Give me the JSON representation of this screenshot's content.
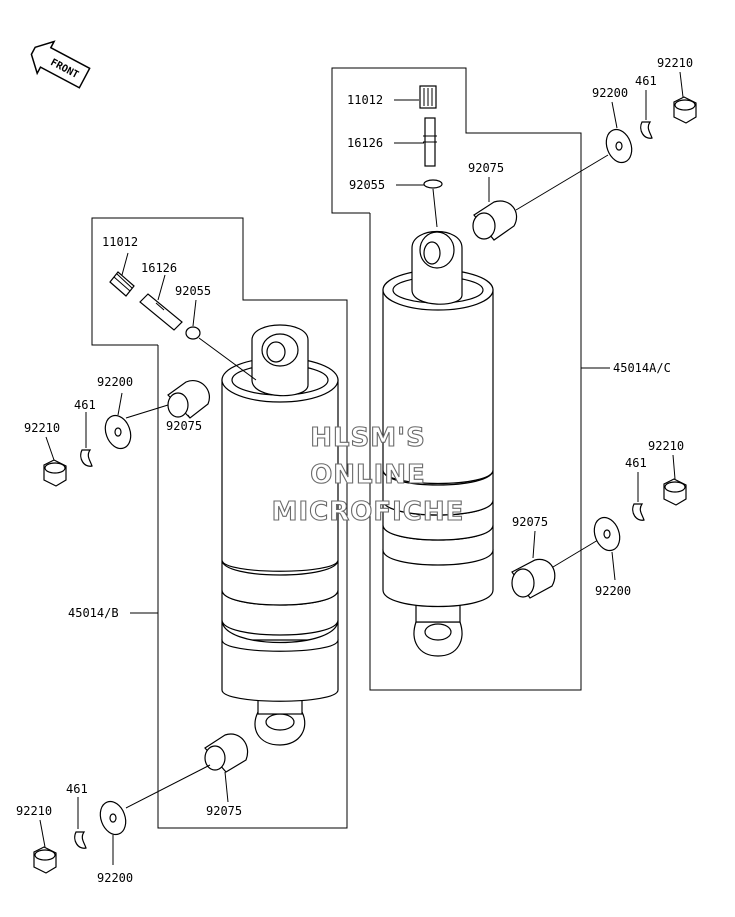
{
  "front_arrow": {
    "label": "FRONT"
  },
  "watermark": {
    "lines": [
      "HLSM'S",
      "ONLINE",
      "MICROFICHE"
    ]
  },
  "left_assembly": {
    "assembly_label": "45014/B",
    "labels": {
      "valve_cap": "11012",
      "valve": "16126",
      "o_ring": "92055",
      "collar_upper": "92075",
      "collar_lower": "92075",
      "washer_upper": "92200",
      "washer_lower": "92200",
      "cotter_pin_upper": "461",
      "cotter_pin_lower": "461",
      "nut_upper": "92210",
      "nut_lower": "92210"
    }
  },
  "right_assembly": {
    "assembly_label": "45014A/C",
    "labels": {
      "valve_cap": "11012",
      "valve": "16126",
      "o_ring": "92055",
      "collar_upper": "92075",
      "collar_lower": "92075",
      "washer_upper": "92200",
      "washer_lower": "92200",
      "cotter_pin_upper": "461",
      "cotter_pin_lower": "461",
      "nut_upper": "92210",
      "nut_lower": "92210"
    }
  }
}
